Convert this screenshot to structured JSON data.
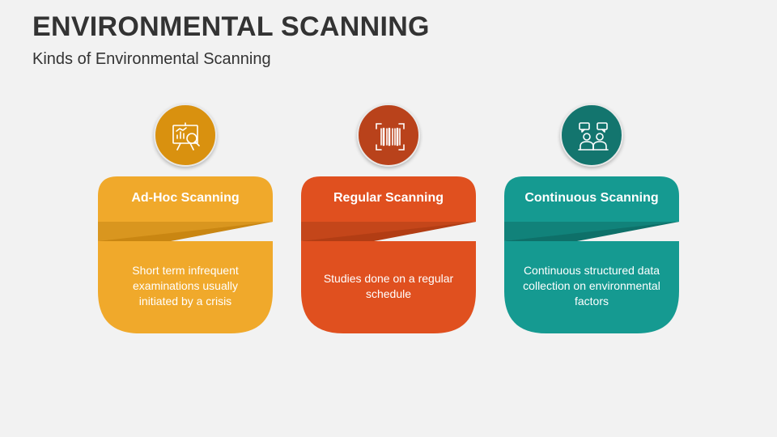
{
  "header": {
    "title": "ENVIRONMENTAL SCANNING",
    "subtitle": "Kinds of Environmental Scanning"
  },
  "cards": [
    {
      "title": "Ad-Hoc Scanning",
      "description": "Short term infrequent examinations usually initiated by a crisis",
      "icon": "presentation-analysis-icon",
      "colors": {
        "main": "#f0a92b",
        "dark": "#c98612",
        "icon_bg": "#d9910f"
      }
    },
    {
      "title": "Regular Scanning",
      "description": "Studies done on a regular schedule",
      "icon": "barcode-scan-icon",
      "colors": {
        "main": "#e0501f",
        "dark": "#b23d14",
        "icon_bg": "#b9421b"
      }
    },
    {
      "title": "Continuous Scanning",
      "description": "Continuous structured data collection on environmental factors",
      "icon": "people-discussion-icon",
      "colors": {
        "main": "#159a91",
        "dark": "#0e7069",
        "icon_bg": "#13756e"
      }
    }
  ]
}
